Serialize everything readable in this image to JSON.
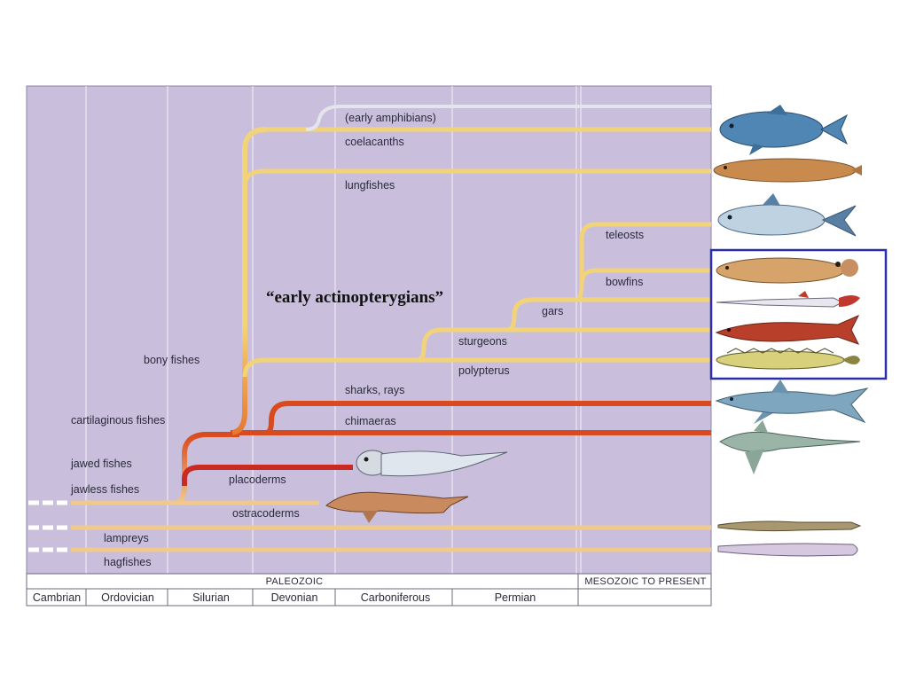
{
  "colors": {
    "panel": "#c9bfdc",
    "grid": "#f4f0f8",
    "bony": "#f2d37a",
    "cartilaginous": "#d94a1e",
    "placoderm": "#c92a24",
    "jawless": "#f1c98c",
    "amphibian": "#e4e4ec",
    "highlight_box": "#2a2ea8"
  },
  "callout": "“early actinopterygians”",
  "labels": {
    "early_amphibians": "(early amphibians)",
    "coelacanths": "coelacanths",
    "lungfishes": "lungfishes",
    "teleosts": "teleosts",
    "bowfins": "bowfins",
    "gars": "gars",
    "sturgeons": "sturgeons",
    "polypterus": "polypterus",
    "bony_fishes": "bony fishes",
    "sharks_rays": "sharks, rays",
    "chimaeras": "chimaeras",
    "cartilaginous_fishes": "cartilaginous fishes",
    "jawed_fishes": "jawed fishes",
    "placoderms": "placoderms",
    "jawless_fishes": "jawless fishes",
    "ostracoderms": "ostracoderms",
    "lampreys": "lampreys",
    "hagfishes": "hagfishes"
  },
  "eras": {
    "paleozoic": "PALEOZOIC",
    "mesozoic": "MESOZOIC TO PRESENT"
  },
  "periods": [
    "Cambrian",
    "Ordovician",
    "Silurian",
    "Devonian",
    "Carboniferous",
    "Permian"
  ],
  "icons": {
    "coelacanth": "coelacanth-fish-icon",
    "lungfish": "lungfish-icon",
    "teleost": "teleost-fish-icon",
    "bowfin": "bowfin-fish-icon",
    "gar": "gar-fish-icon",
    "sturgeon": "sturgeon-fish-icon",
    "polypterus": "polypterus-fish-icon",
    "shark": "shark-icon",
    "chimaera": "chimaera-icon",
    "placoderm": "placoderm-fish-icon",
    "ostracoderm": "ostracoderm-fish-icon",
    "lamprey": "lamprey-icon",
    "hagfish": "hagfish-icon"
  }
}
